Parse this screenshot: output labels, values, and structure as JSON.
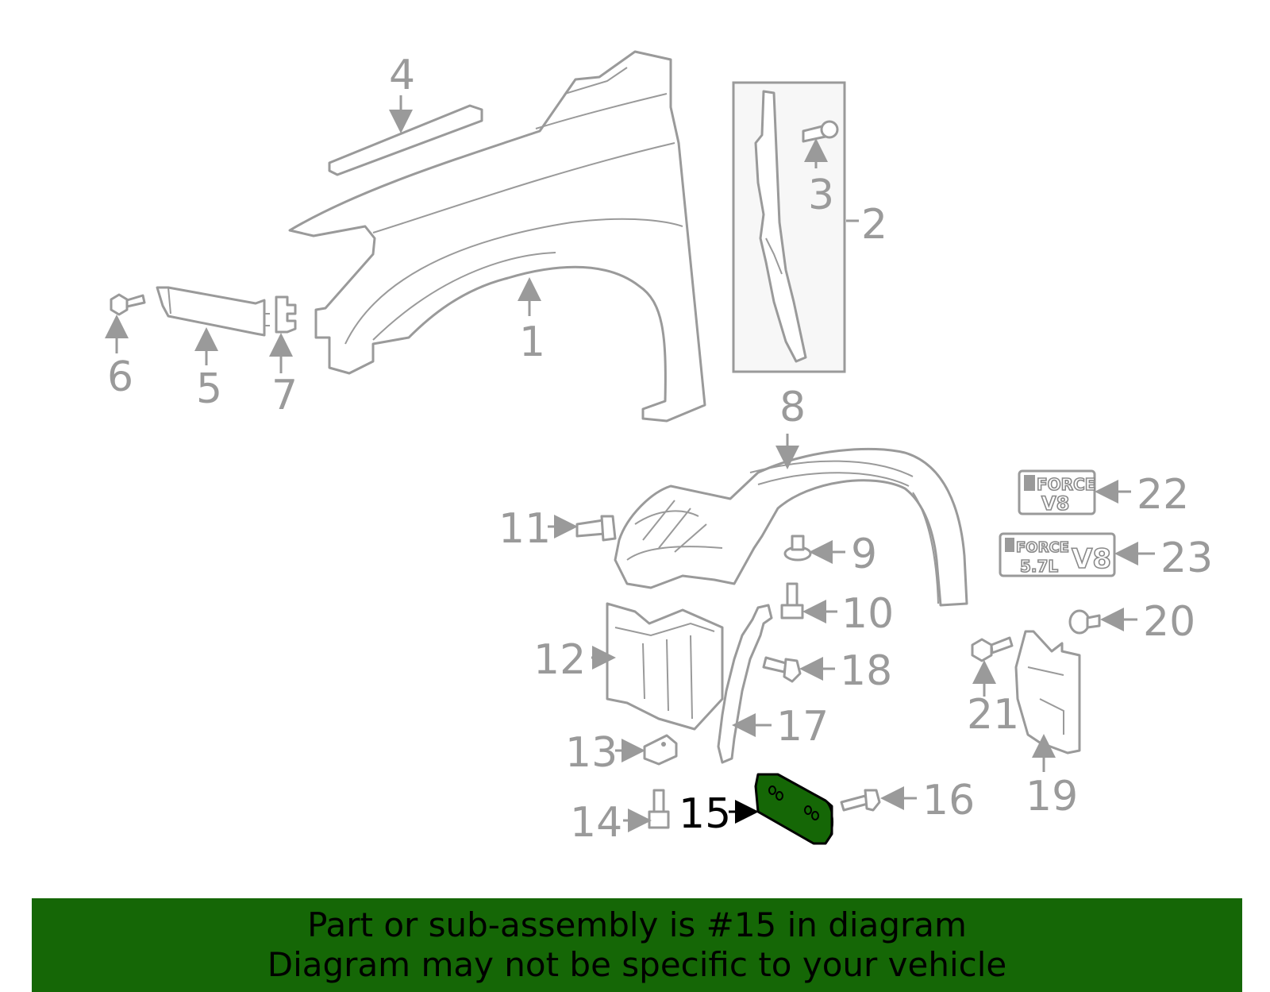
{
  "diagram": {
    "callouts": [
      "1",
      "2",
      "3",
      "4",
      "5",
      "6",
      "7",
      "8",
      "9",
      "10",
      "11",
      "12",
      "13",
      "14",
      "15",
      "16",
      "17",
      "18",
      "19",
      "20",
      "21",
      "22",
      "23"
    ],
    "highlighted_part": "15",
    "badges": {
      "b22_line1": "FORCE",
      "b22_line2": "V8",
      "b23_line1": "FORCE",
      "b23_line2": "5.7L",
      "b23_v8": "V8"
    },
    "colors": {
      "part_stroke": "#9a9a9a",
      "highlight_fill": "#156706",
      "banner_background": "#156706"
    }
  },
  "banner": {
    "line1": "Part or sub-assembly is #15 in diagram",
    "line2": "Diagram may not be specific to your vehicle"
  }
}
